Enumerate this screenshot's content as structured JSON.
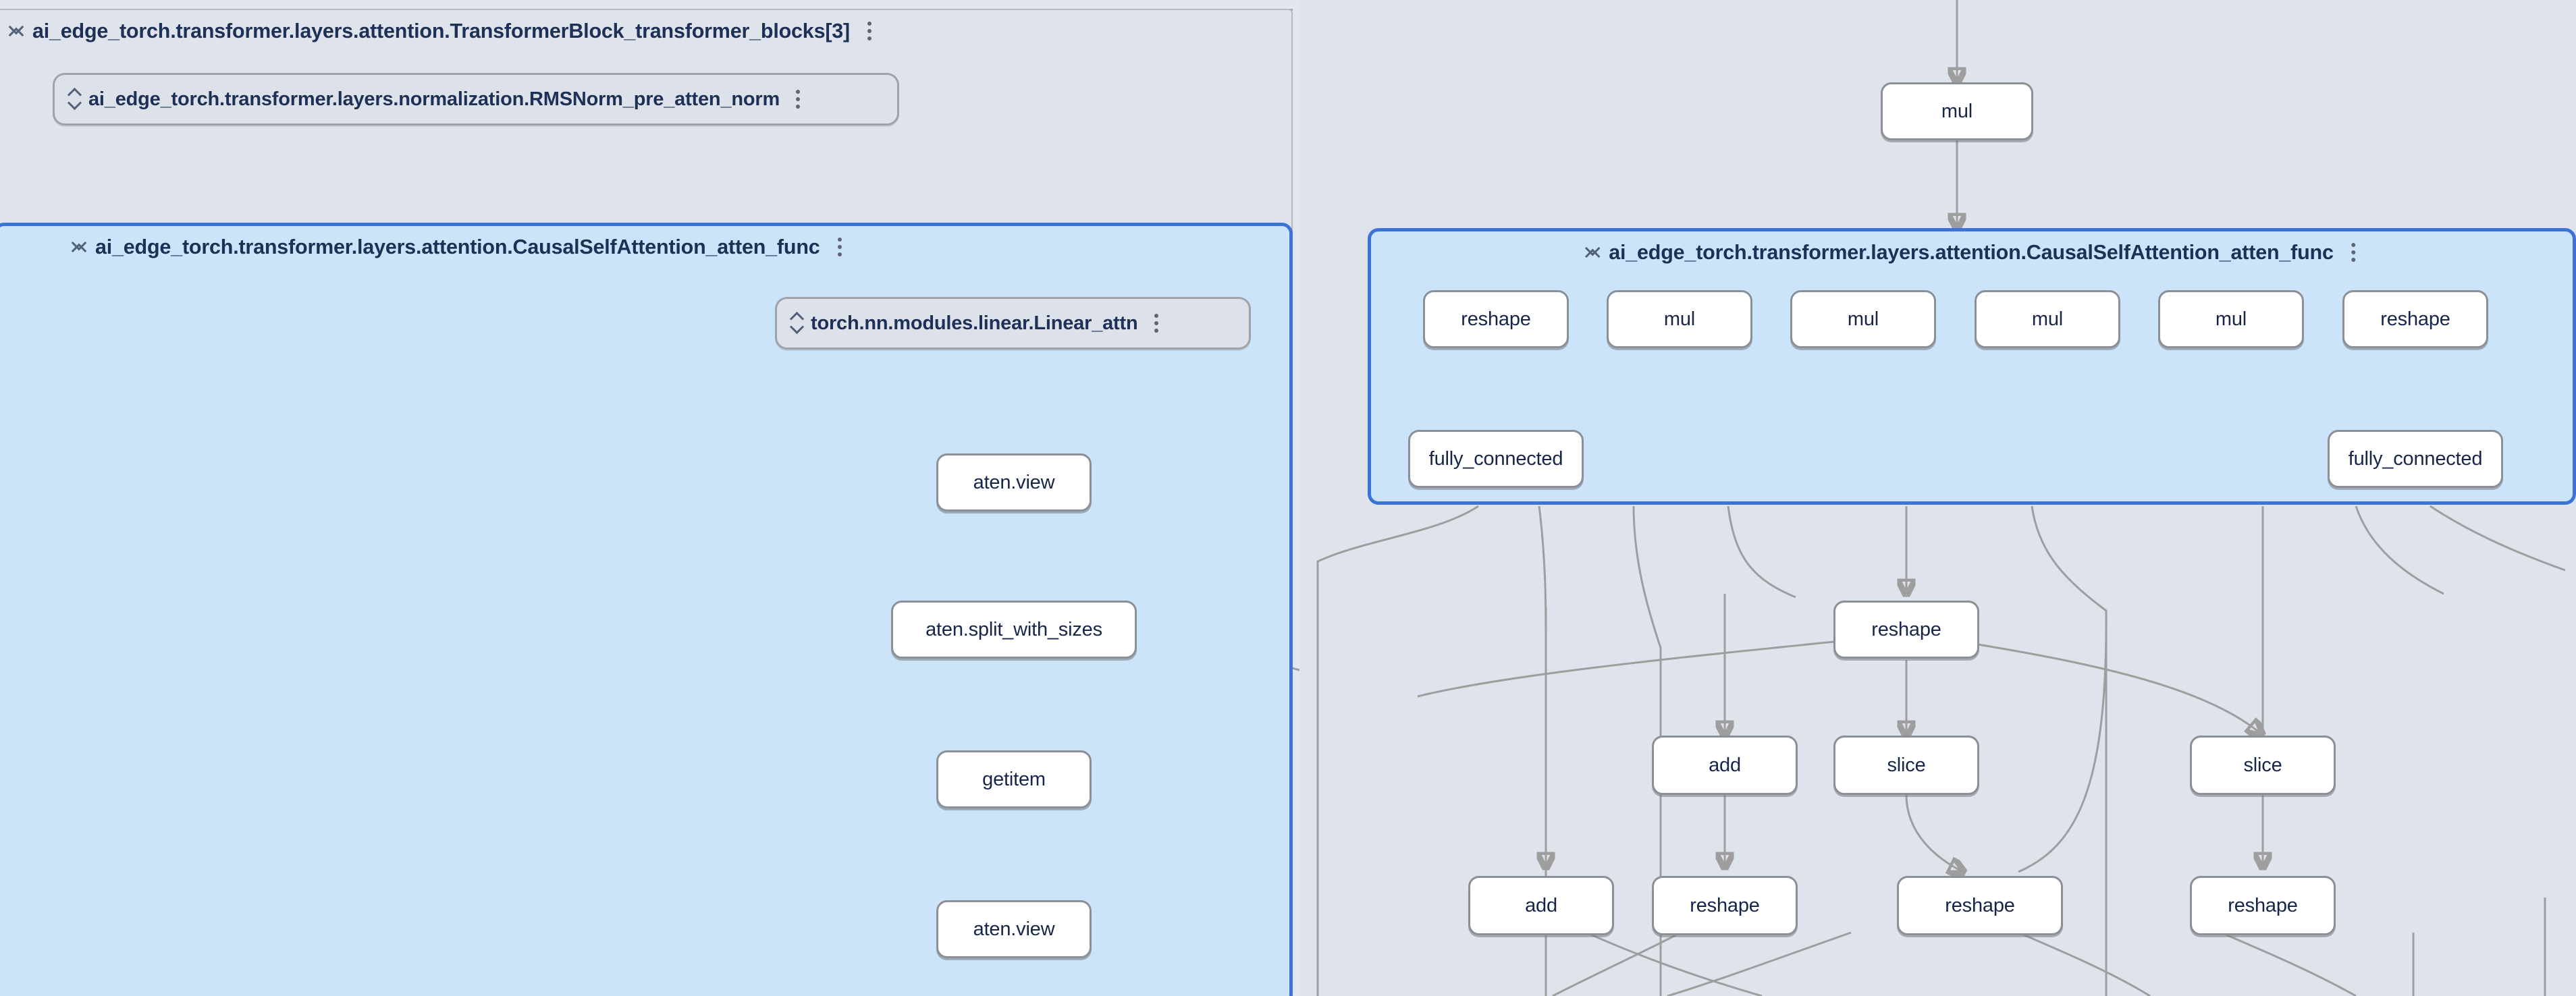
{
  "app": {
    "background_color": "#e2e7ee",
    "selected_panel_color": "#cbe4fa",
    "selected_border_color": "#3b73d6",
    "node_border_color": "#8b8f96",
    "edge_color": "#9e9e9e",
    "text_color": "#1d3056"
  },
  "left_panel": {
    "group_header": {
      "title": "ai_edge_torch.transformer.layers.attention.TransformerBlock_transformer_blocks[3]",
      "collapse_icon": "collapse-chevrons-icon",
      "more_icon": "more-vert-icon"
    },
    "pill_nodes": [
      {
        "label": "ai_edge_torch.transformer.layers.normalization.RMSNorm_pre_atten_norm",
        "expand_icon": "expand-chevrons-icon",
        "more_icon": "more-vert-icon"
      },
      {
        "label": "torch.nn.modules.linear.Linear_attn",
        "expand_icon": "expand-chevrons-icon",
        "more_icon": "more-vert-icon"
      }
    ],
    "selected_group": {
      "title": "ai_edge_torch.transformer.layers.attention.CausalSelfAttention_atten_func",
      "collapse_icon": "collapse-chevrons-icon",
      "more_icon": "more-vert-icon"
    },
    "op_nodes": [
      {
        "label": "aten.view"
      },
      {
        "label": "aten.split_with_sizes"
      },
      {
        "label": "getitem"
      },
      {
        "label": "aten.view"
      }
    ]
  },
  "right_panel": {
    "top_op": {
      "label": "mul"
    },
    "selected_group": {
      "title": "ai_edge_torch.transformer.layers.attention.CausalSelfAttention_atten_func",
      "collapse_icon": "collapse-chevrons-icon",
      "more_icon": "more-vert-icon"
    },
    "group_row_ops": [
      {
        "label": "reshape"
      },
      {
        "label": "mul"
      },
      {
        "label": "mul"
      },
      {
        "label": "mul"
      },
      {
        "label": "mul"
      },
      {
        "label": "reshape"
      }
    ],
    "group_bottom_ops": [
      {
        "label": "fully_connected"
      },
      {
        "label": "fully_connected"
      }
    ],
    "outside_ops_row1": [
      {
        "label": "reshape"
      }
    ],
    "outside_ops_row2": [
      {
        "label": "add"
      },
      {
        "label": "slice"
      },
      {
        "label": "slice"
      }
    ],
    "outside_ops_row3": [
      {
        "label": "add"
      },
      {
        "label": "reshape"
      },
      {
        "label": "reshape"
      },
      {
        "label": "reshape"
      }
    ]
  }
}
